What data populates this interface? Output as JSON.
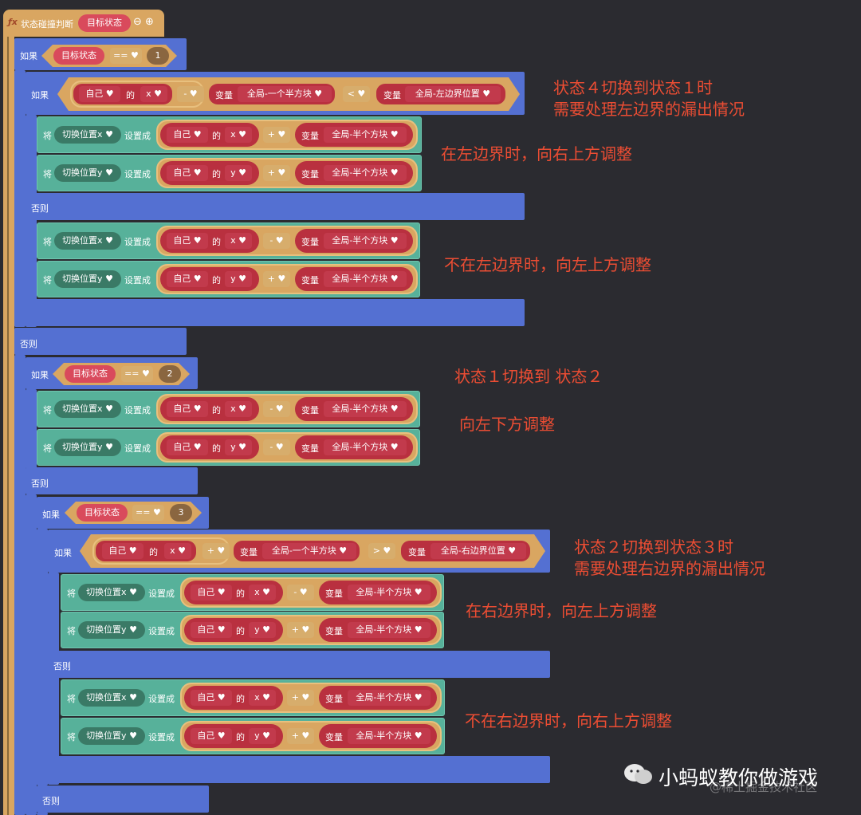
{
  "func": {
    "icon": "fx-icon",
    "name": "状态碰撞判断",
    "param": "目标状态",
    "minus": "⊖",
    "plus": "⊕"
  },
  "kw": {
    "if": "如果",
    "else": "否则",
    "set": "将",
    "set_to": "设置成",
    "var": "变量",
    "of": "的",
    "self": "自己 ♥",
    "x": "x ♥",
    "y": "y ♥",
    "eq": "== ♥",
    "plus": "+ ♥",
    "minus": "- ♥",
    "lt": "< ♥",
    "gt": "> ♥",
    "target": "目标状态",
    "set_x": "切换位置x ♥",
    "set_y": "切换位置y ♥",
    "half_block": "全局-半个方块 ♥",
    "one_half_block": "全局-一个半方块 ♥",
    "left_edge": "全局-左边界位置 ♥",
    "right_edge": "全局-右边界位置 ♥"
  },
  "values": {
    "n1": "1",
    "n2": "2",
    "n3": "3"
  },
  "annotations": {
    "a1_line1": "状态４切换到状态１时",
    "a1_line2": "需要处理左边界的漏出情况",
    "a2": "在左边界时，向右上方调整",
    "a3": "不在左边界时，向左上方调整",
    "a4": "状态１切换到 状态２",
    "a5": "向左下方调整",
    "a6_line1": "状态２切换到状态３时",
    "a6_line2": "需要处理右边界的漏出情况",
    "a7": "在右边界时，向左上方调整",
    "a8": "不在右边界时，向右上方调整"
  },
  "watermark": {
    "main": "小蚂蚁教你做游戏",
    "sub": "@稀土掘金技术社区"
  },
  "colors": {
    "background": "#2b2b30",
    "control_block": "#5470d2",
    "set_block": "#57b19a",
    "operator": "#d9a661",
    "sprite_attr": "#d94a5c",
    "annotation": "#ec4d33"
  }
}
